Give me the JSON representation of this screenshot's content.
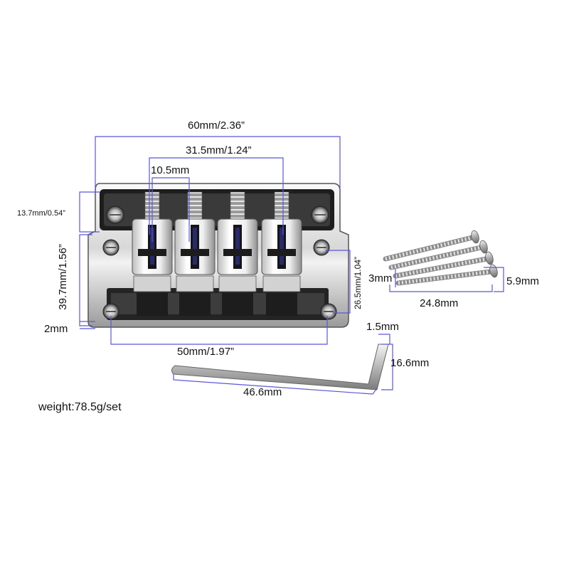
{
  "dimensions": {
    "overall_width": "60mm/2.36”",
    "string_spacing": "31.5mm/1.24”",
    "saddle_width": "10.5mm",
    "front_height": "13.7mm/0.54”",
    "overall_length": "39.7mm/1.56”",
    "plate_thickness": "2mm",
    "hole_distance_vertical": "26.5mm/1.04”",
    "hole_distance_horizontal": "50mm/1.97”"
  },
  "screws": {
    "head_size": "3mm",
    "length": "24.8mm",
    "head_diameter": "5.9mm"
  },
  "wrench": {
    "short_arm": "1.5mm",
    "height": "16.6mm",
    "length": "46.6mm"
  },
  "weight": "weight:78.5g/set",
  "colors": {
    "dimension_line": "#5b57d6",
    "chrome_light": "#f4f4f4",
    "chrome_dark": "#2b2b2b",
    "screw_metal": "#c9c9c9"
  }
}
